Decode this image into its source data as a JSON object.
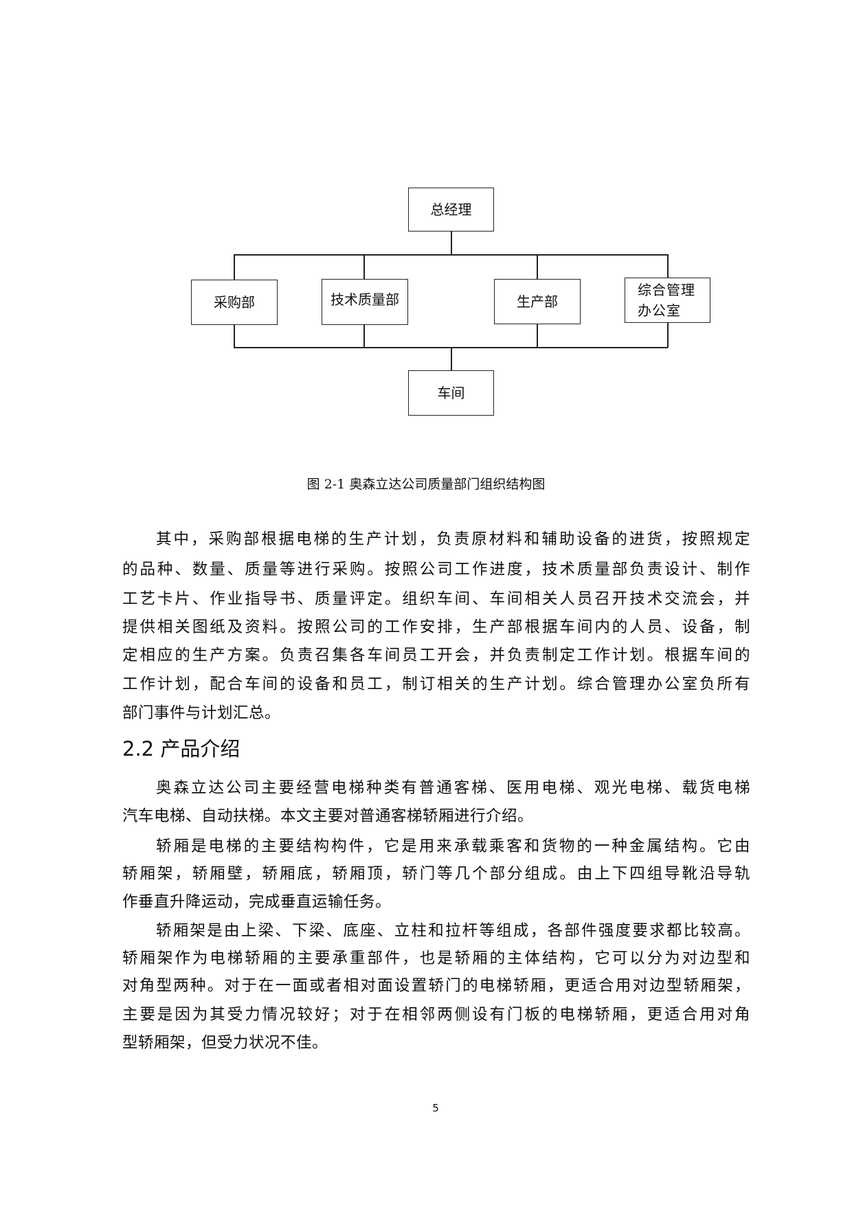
{
  "org_chart": {
    "top": "总经理",
    "departments": [
      "采购部",
      "技术质量部",
      "生产部",
      "综合管理办公室"
    ],
    "department_lines": {
      "d3": [
        "综合管理",
        "办公室"
      ]
    },
    "bottom": "车间",
    "caption": "图 2-1 奥森立达公司质量部门组织结构图"
  },
  "paragraph1": {
    "lines": [
      "其中，采购部根据电梯的生产计划，负责原材料和辅助设备的进货，按照规定",
      "的品种、数量、质量等进行采购。按照公司工作进度，技术质量部负责设计、制作",
      "工艺卡片、作业指导书、质量评定。组织车间、车间相关人员召开技术交流会，并",
      "提供相关图纸及资料。按照公司的工作安排，生产部根据车间内的人员、设备，制",
      "定相应的生产方案。负责召集各车间员工开会，并负责制定工作计划。根据车间的",
      "工作计划，配合车间的设备和员工，制订相关的生产计划。综合管理办公室负所有",
      "部门事件与计划汇总。"
    ]
  },
  "section": {
    "heading": "2.2 产品介绍"
  },
  "paragraph2": {
    "lines": [
      "奥森立达公司主要经营电梯种类有普通客梯、医用电梯、观光电梯、载货电梯",
      "汽车电梯、自动扶梯。本文主要对普通客梯轿厢进行介绍。"
    ]
  },
  "paragraph3": {
    "lines": [
      "轿厢是电梯的主要结构构件，它是用来承载乘客和货物的一种金属结构。它由",
      "轿厢架，轿厢壁，轿厢底，轿厢顶，轿门等几个部分组成。由上下四组导靴沿导轨",
      "作垂直升降运动，完成垂直运输任务。"
    ]
  },
  "paragraph4": {
    "lines": [
      "轿厢架是由上梁、下梁、底座、立柱和拉杆等组成，各部件强度要求都比较高。",
      "轿厢架作为电梯轿厢的主要承重部件，也是轿厢的主体结构，它可以分为对边型和",
      "对角型两种。对于在一面或者相对面设置轿门的电梯轿厢，更适合用对边型轿厢架，",
      "主要是因为其受力情况较好；对于在相邻两侧设有门板的电梯轿厢，更适合用对角",
      "型轿厢架，但受力状况不佳。"
    ]
  },
  "footer": {
    "page_number": "5"
  }
}
